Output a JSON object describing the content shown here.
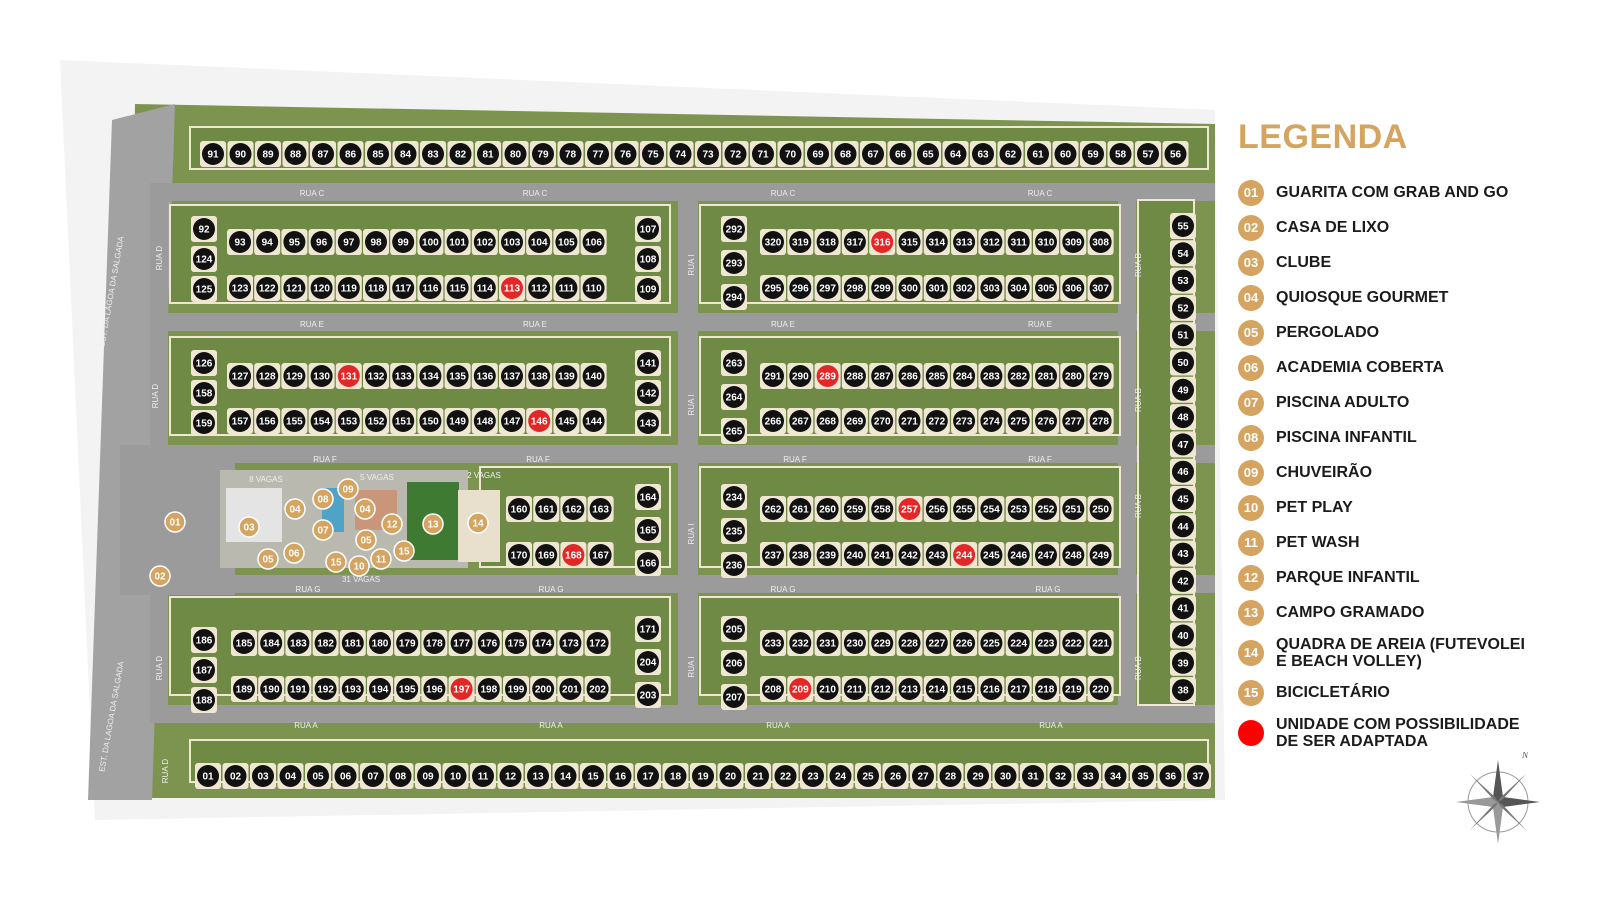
{
  "colors": {
    "accent": "#d4a460",
    "lot": "#111111",
    "lot_adaptable": "#e32626",
    "grass": "#7d9450",
    "road": "#9b9b9b",
    "lot_frame": "#efe7d2"
  },
  "roads": {
    "rua_a": "RUA A",
    "rua_b": "RUA B",
    "rua_c": "RUA C",
    "rua_d": "RUA D",
    "rua_e": "RUA E",
    "rua_f": "RUA F",
    "rua_g": "RUA G",
    "rua_i": "RUA I",
    "est": "EST. DA LAGOA DA SALGADA"
  },
  "parking": {
    "p1": "8 VAGAS",
    "p2": "5 VAGAS",
    "p3": "2 VAGAS",
    "p4": "31 VAGAS"
  },
  "legend": {
    "title": "LEGENDA",
    "items": [
      {
        "n": "01",
        "label": "GUARITA COM GRAB AND GO"
      },
      {
        "n": "02",
        "label": "CASA DE LIXO"
      },
      {
        "n": "03",
        "label": "CLUBE"
      },
      {
        "n": "04",
        "label": "QUIOSQUE GOURMET"
      },
      {
        "n": "05",
        "label": "PERGOLADO"
      },
      {
        "n": "06",
        "label": "ACADEMIA COBERTA"
      },
      {
        "n": "07",
        "label": "PISCINA ADULTO"
      },
      {
        "n": "08",
        "label": "PISCINA INFANTIL"
      },
      {
        "n": "09",
        "label": "CHUVEIRÃO"
      },
      {
        "n": "10",
        "label": "PET PLAY"
      },
      {
        "n": "11",
        "label": "PET WASH"
      },
      {
        "n": "12",
        "label": "PARQUE INFANTIL"
      },
      {
        "n": "13",
        "label": "CAMPO GRAMADO"
      },
      {
        "n": "14",
        "label": "QUADRA DE AREIA (FUTEVOLEI\nE BEACH VOLLEY)"
      },
      {
        "n": "15",
        "label": "BICICLETÁRIO"
      }
    ],
    "adaptable": "UNIDADE COM POSSIBILIDADE\nDE SER ADAPTADA"
  },
  "compass": {
    "north": "N"
  },
  "amenity_numbers": [
    "01",
    "02",
    "03",
    "04",
    "05",
    "06",
    "07",
    "08",
    "09",
    "10",
    "11",
    "12",
    "13",
    "14",
    "15"
  ],
  "adaptable_lots": [
    "113",
    "131",
    "146",
    "168",
    "197",
    "209",
    "244",
    "257",
    "289",
    "316"
  ],
  "lot_rows": [
    {
      "id": "top-91-56",
      "seq": "91-56"
    },
    {
      "id": "row-93-106",
      "seq": "93-106"
    },
    {
      "id": "row-123-110",
      "seq": "123-110"
    },
    {
      "id": "row-320-308",
      "seq": "320-308"
    },
    {
      "id": "row-295-307",
      "seq": "295-307"
    },
    {
      "id": "row-127-140",
      "seq": "127-140"
    },
    {
      "id": "row-157-144",
      "seq": "157-144"
    },
    {
      "id": "row-291-279",
      "seq": "291-279"
    },
    {
      "id": "row-266-278",
      "seq": "266-278"
    },
    {
      "id": "row-160-163",
      "seq": "160-163"
    },
    {
      "id": "row-170-167",
      "seq": "170-167"
    },
    {
      "id": "row-262-250",
      "seq": "262-250"
    },
    {
      "id": "row-237-249",
      "seq": "237-249"
    },
    {
      "id": "row-185-172",
      "seq": "185-172"
    },
    {
      "id": "row-189-202",
      "seq": "189-202"
    },
    {
      "id": "row-233-221",
      "seq": "233-221"
    },
    {
      "id": "row-208-220",
      "seq": "208-220"
    },
    {
      "id": "bottom-01-37",
      "seq": "01-37"
    }
  ]
}
